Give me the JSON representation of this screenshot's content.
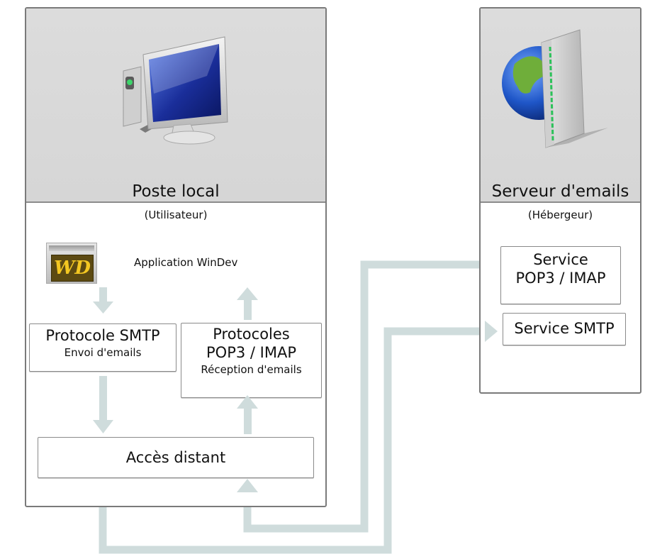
{
  "local": {
    "title": "Poste local",
    "subtitle": "(Utilisateur)",
    "app_label": "Application WinDev",
    "app_logo_text": "WD",
    "smtp": {
      "title": "Protocole SMTP",
      "detail": "Envoi d'emails"
    },
    "pop": {
      "title": "Protocoles",
      "subtitle": "POP3 / IMAP",
      "detail": "Réception d'emails"
    },
    "remote": "Accès distant"
  },
  "server": {
    "title": "Serveur d'emails",
    "subtitle": "(Hébergeur)",
    "pop_service": {
      "line1": "Service",
      "line2": "POP3 / IMAP"
    },
    "smtp_service": "Service SMTP"
  },
  "colors": {
    "arrow": "#cfdcdc",
    "panel_header": "#d9d9d9",
    "border": "#7a7a7a"
  },
  "icons": [
    "computer-monitor-icon",
    "globe-server-icon",
    "windev-logo"
  ]
}
